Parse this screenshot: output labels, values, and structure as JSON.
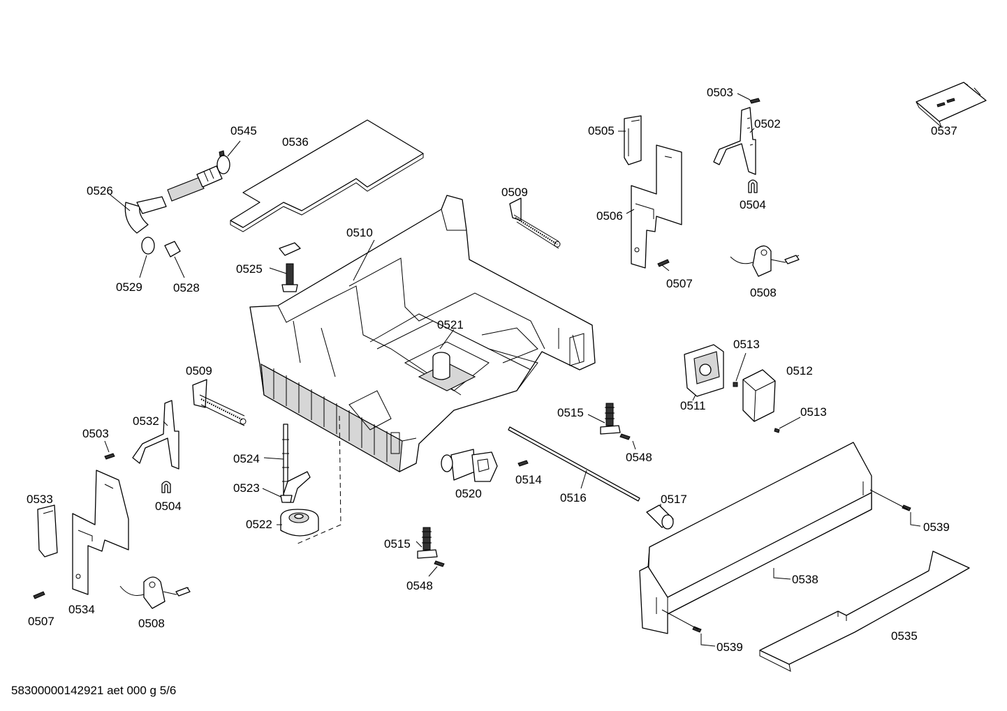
{
  "document_id": "58300000142921 aet 000 g 5/6",
  "labels": {
    "l0503a": "0503",
    "l0502": "0502",
    "l0505": "0505",
    "l0537": "0537",
    "l0545": "0545",
    "l0536": "0536",
    "l0526": "0526",
    "l0509a": "0509",
    "l0506": "0506",
    "l0504a": "0504",
    "l0510": "0510",
    "l0525": "0525",
    "l0529": "0529",
    "l0528": "0528",
    "l0507a": "0507",
    "l0508a": "0508",
    "l0521": "0521",
    "l0513a": "0513",
    "l0512": "0512",
    "l0509b": "0509",
    "l0511": "0511",
    "l0515a": "0515",
    "l0513b": "0513",
    "l0532": "0532",
    "l0503b": "0503",
    "l0548a": "0548",
    "l0524": "0524",
    "l0514": "0514",
    "l0504b": "0504",
    "l0533": "0533",
    "l0523": "0523",
    "l0520": "0520",
    "l0516": "0516",
    "l0517": "0517",
    "l0539a": "0539",
    "l0522": "0522",
    "l0515b": "0515",
    "l0548b": "0548",
    "l0538": "0538",
    "l0507b": "0507",
    "l0534": "0534",
    "l0508b": "0508",
    "l0535": "0535",
    "l0539b": "0539"
  }
}
